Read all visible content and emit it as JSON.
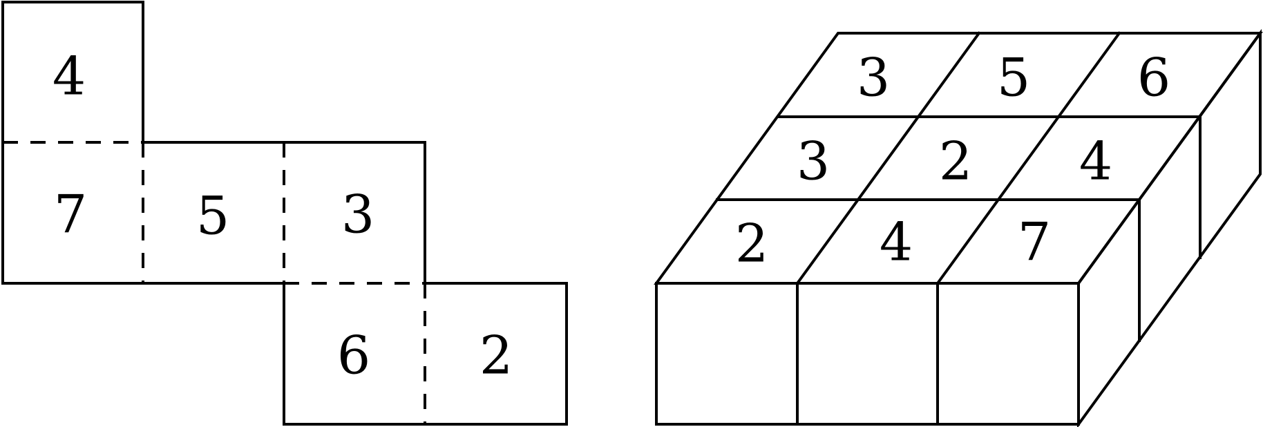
{
  "net": {
    "faces": [
      {
        "id": "top",
        "label": "4"
      },
      {
        "id": "left",
        "label": "7"
      },
      {
        "id": "front",
        "label": "5"
      },
      {
        "id": "right",
        "label": "3"
      },
      {
        "id": "bottom",
        "label": "6"
      },
      {
        "id": "back",
        "label": "2"
      }
    ]
  },
  "box": {
    "top_grid": [
      [
        "3",
        "5",
        "6"
      ],
      [
        "3",
        "2",
        "4"
      ],
      [
        "2",
        "4",
        "7"
      ]
    ]
  }
}
